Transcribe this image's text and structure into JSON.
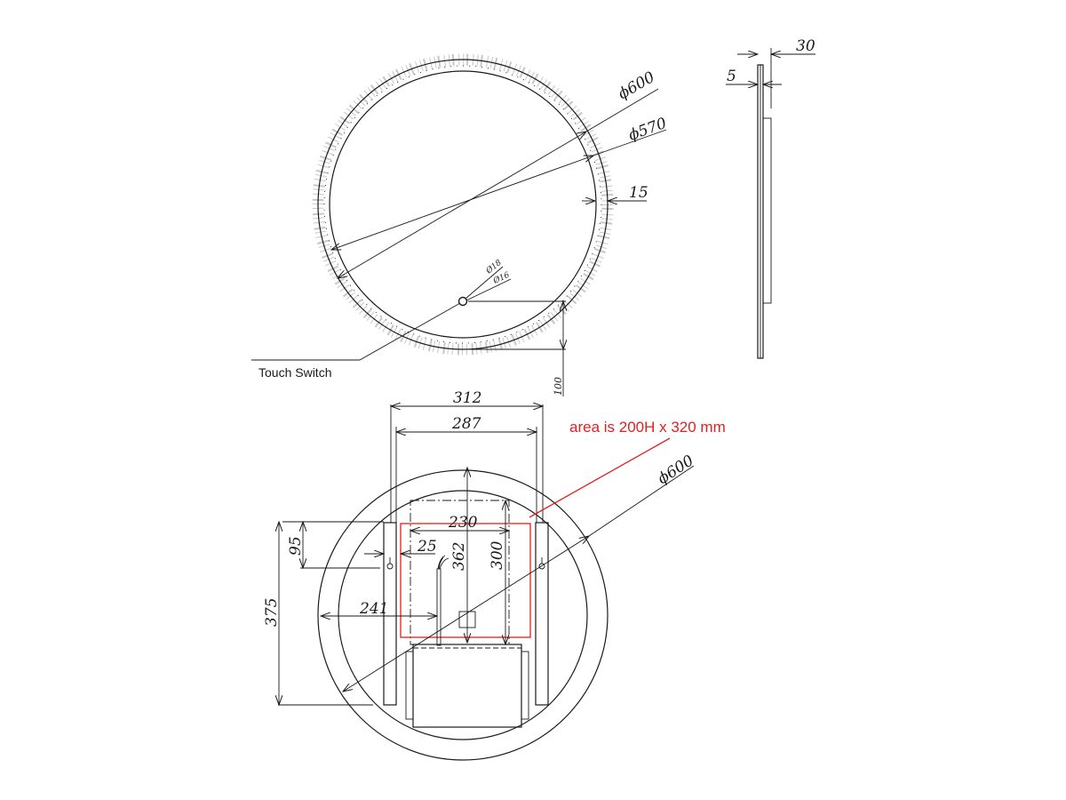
{
  "drawing": {
    "type": "technical drawing - round LED mirror",
    "colors": {
      "line": "#1a1a1a",
      "annotation": "#e02020",
      "background": "#ffffff"
    }
  },
  "front_view": {
    "outer_diameter": "ϕ600",
    "inner_diameter": "ϕ570",
    "rim_width": "15",
    "switch_outer": "Ø18",
    "switch_inner": "Ø16",
    "switch_offset": "100",
    "switch_label": "Touch Switch"
  },
  "side_view": {
    "total_depth": "30",
    "glass_thickness": "5"
  },
  "rear_view": {
    "bracket_outer_width": "312",
    "bracket_inner_width": "287",
    "diameter": "ϕ600",
    "area_note": "area is 200H x 320 mm",
    "box_width": "230",
    "cable_offset": "25",
    "vertical_center": "362",
    "box_height": "300",
    "hole_offset": "95",
    "hole_height": "375",
    "cable_position": "241"
  }
}
